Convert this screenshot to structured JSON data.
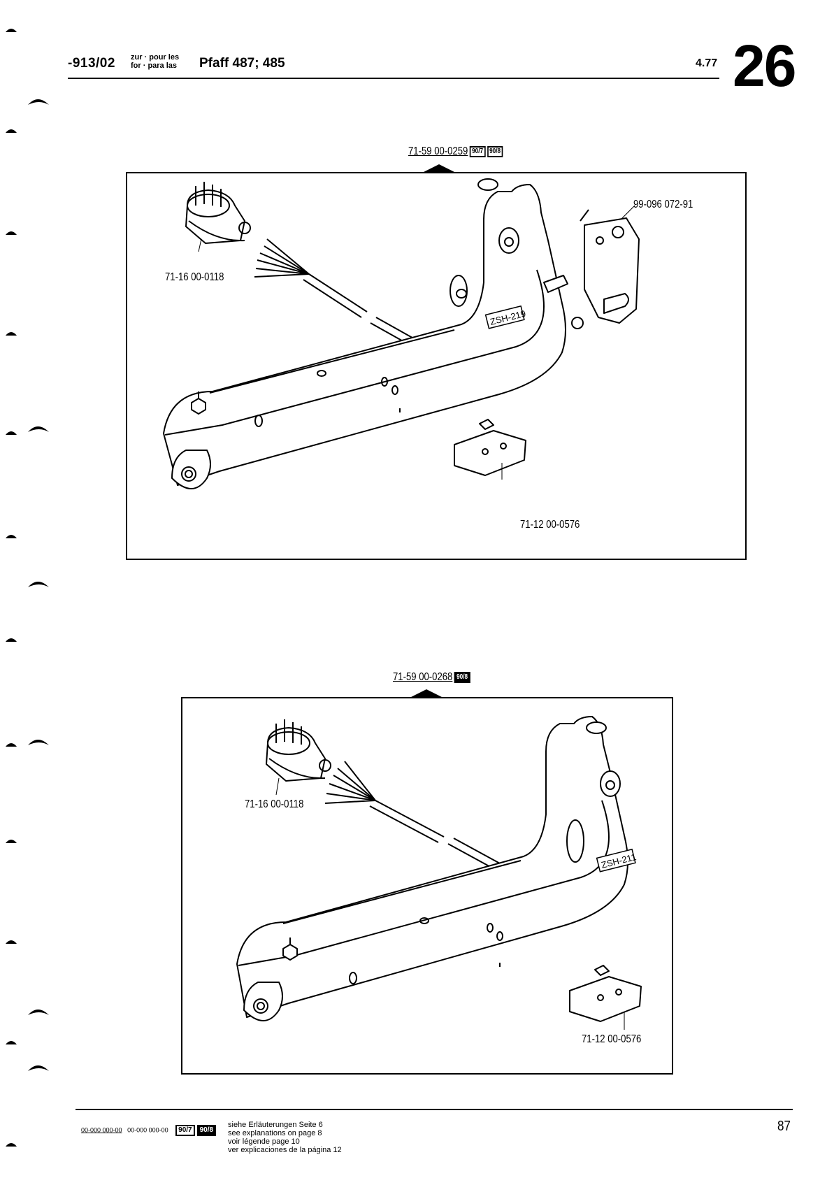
{
  "header": {
    "code": "-913/02",
    "prefix_line1": "zur · pour les",
    "prefix_line2": "for · para las",
    "model": "Pfaff 487; 485",
    "date": "4.77",
    "page_big": "26"
  },
  "figures": [
    {
      "assembly_part": "71-59 00-0259",
      "badges": [
        "90/7",
        "90/8"
      ],
      "marking": "ZSH-219",
      "callouts": [
        {
          "label": "99-096 072-91"
        },
        {
          "label": "71-16 00-0118"
        },
        {
          "label": "71-12 00-0576"
        }
      ]
    },
    {
      "assembly_part": "71-59 00-0268",
      "badges": [
        "90/8"
      ],
      "marking": "ZSH-211",
      "callouts": [
        {
          "label": "71-16 00-0118"
        },
        {
          "label": "71-12 00-0576"
        }
      ]
    }
  ],
  "footer": {
    "code1": "00-000 000-00",
    "code2": "00-000 000-00",
    "badge1": "90/7",
    "badge2": "90/8",
    "notes": [
      "siehe Erläuterungen Seite 6",
      "see explanations on page 8",
      "voir légende page 10",
      "ver explicaciones de la página 12"
    ],
    "page_number": "87"
  }
}
